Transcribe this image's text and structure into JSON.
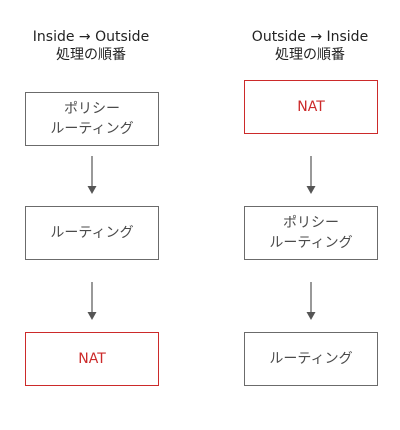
{
  "left": {
    "title": [
      "Inside → Outside",
      "処理の順番"
    ],
    "steps": [
      {
        "lines": [
          "ポリシー",
          "ルーティング"
        ],
        "highlight": false
      },
      {
        "lines": [
          "ルーティング"
        ],
        "highlight": false
      },
      {
        "lines": [
          "NAT"
        ],
        "highlight": true
      }
    ]
  },
  "right": {
    "title": [
      "Outside → Inside",
      "処理の順番"
    ],
    "steps": [
      {
        "lines": [
          "NAT"
        ],
        "highlight": true
      },
      {
        "lines": [
          "ポリシー",
          "ルーティング"
        ],
        "highlight": false
      },
      {
        "lines": [
          "ルーティング"
        ],
        "highlight": false
      }
    ]
  },
  "colors": {
    "highlight": "#cc2a2a",
    "border": "#6b6b6b",
    "arrow": "#555555"
  }
}
